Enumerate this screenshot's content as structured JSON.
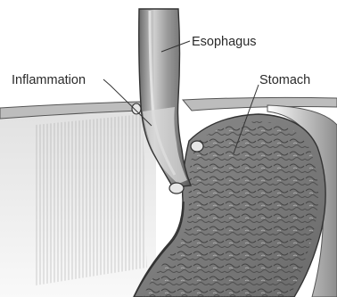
{
  "labels": {
    "esophagus": "Esophagus",
    "inflammation": "Inflammation",
    "stomach": "Stomach"
  },
  "colors": {
    "background": "#ffffff",
    "tissue_light": "#e4e4e4",
    "tissue_mid": "#9a9a9a",
    "tissue_dark": "#4a4a4a",
    "outline": "#3a3a3a",
    "label_text": "#2a2a2a"
  }
}
